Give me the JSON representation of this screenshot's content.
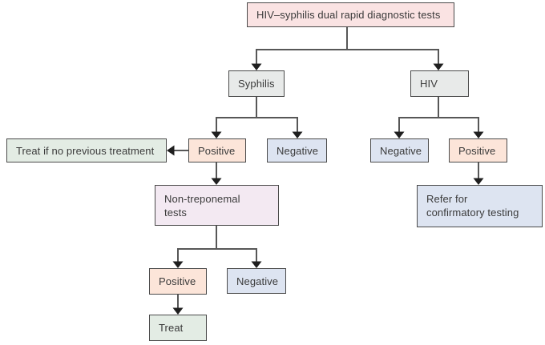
{
  "colors": {
    "background": "#ffffff",
    "box_border": "#4a4a4a",
    "line": "#575757",
    "arrow": "#1f1f1f",
    "text": "#3a3a3a",
    "pink": "#fae3e3",
    "gray": "#e8eae9",
    "peach": "#fce5d9",
    "blue": "#dde4f1",
    "green": "#e3ece4",
    "lavender": "#f3e9f2"
  },
  "nodes": {
    "root": {
      "label": "HIV–syphilis dual rapid diagnostic tests",
      "fill": "pink"
    },
    "syphilis": {
      "label": "Syphilis",
      "fill": "gray"
    },
    "hiv": {
      "label": "HIV",
      "fill": "gray"
    },
    "treat_if_no_previous": {
      "label": "Treat if no previous treatment",
      "fill": "green"
    },
    "syphilis_positive": {
      "label": "Positive",
      "fill": "peach"
    },
    "syphilis_negative": {
      "label": "Negative",
      "fill": "blue"
    },
    "hiv_negative": {
      "label": "Negative",
      "fill": "blue"
    },
    "hiv_positive": {
      "label": "Positive",
      "fill": "peach"
    },
    "non_treponemal": {
      "label": "Non-treponemal tests",
      "fill": "lavender"
    },
    "refer_confirmatory": {
      "label": "Refer for confirmatory testing",
      "fill": "blue"
    },
    "nt_positive": {
      "label": "Positive",
      "fill": "peach"
    },
    "nt_negative": {
      "label": "Negative",
      "fill": "blue"
    },
    "treat": {
      "label": "Treat",
      "fill": "green"
    }
  }
}
